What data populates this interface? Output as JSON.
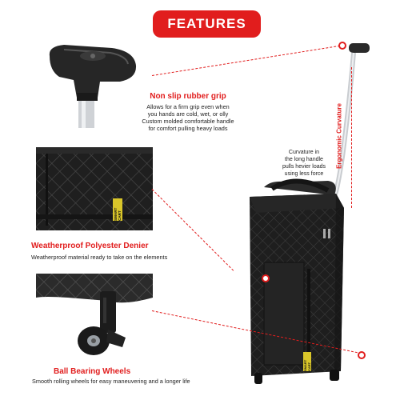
{
  "header": {
    "badge_label": "FEATURES"
  },
  "handle_feature": {
    "title": "Non slip rubber grip",
    "desc_lines": [
      "Allows for a firm grip even when",
      "you hands are cold, wet, or olly",
      "Custom molded comfortable handle",
      "for comfort pulling heavy loads"
    ]
  },
  "curvature_note": {
    "lines": [
      "Curvature in",
      "the long handle",
      "pulls hevier loads",
      "using less force"
    ]
  },
  "ergonomic_label": "Ergonomic Curvature",
  "fabric_feature": {
    "title": "Weatherproof  Polyester Denier",
    "desc": "Weatherproof material ready to take on the elements",
    "brand_tag": "SMART CART"
  },
  "wheel_feature": {
    "title": "Ball Bearing Wheels",
    "desc": "Smooth rolling wheels for easy maneuvering and a longer life"
  },
  "cart_brand_tag": "SMART CART",
  "colors": {
    "accent": "#e11d1d",
    "fabric": "#1e1e1e",
    "tag": "#d9c62a"
  }
}
